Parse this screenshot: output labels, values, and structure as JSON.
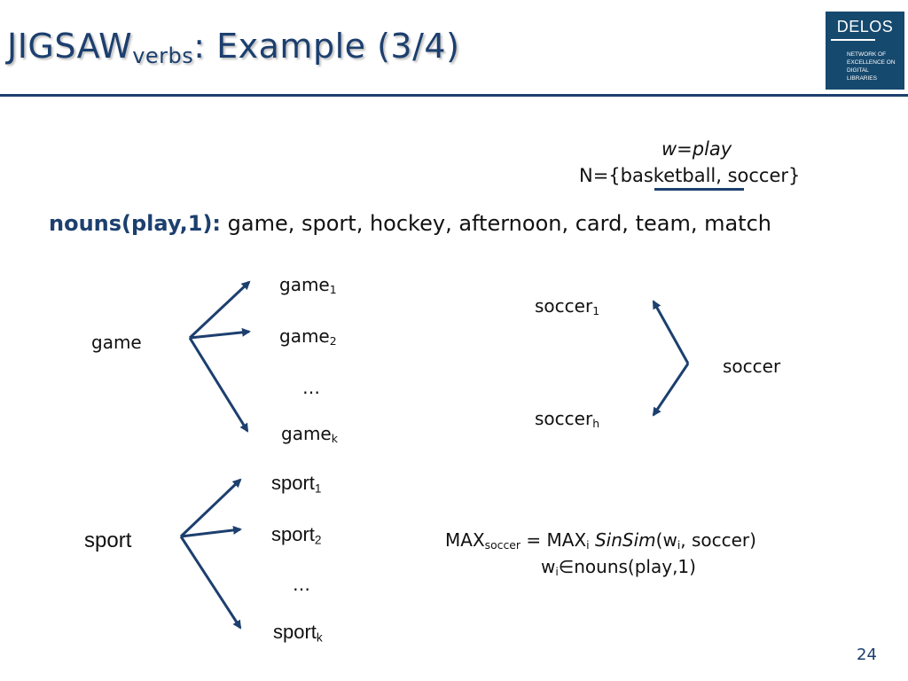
{
  "slide": {
    "title_main": "JIGSAW",
    "title_sub": "verbs",
    "title_rest": ": Example (3/4)",
    "page_number": "24"
  },
  "logo": {
    "brand": "DELOS",
    "tagline": [
      "Network of",
      "Excellence on",
      "Digital",
      "Libraries"
    ]
  },
  "context": {
    "w": "w=play",
    "n_set": "N={basketball, soccer}"
  },
  "nouns": {
    "label": "nouns(play,1):",
    "list": " game, sport, hockey, afternoon, card, team, match"
  },
  "game_tree": {
    "root": "game",
    "senses": [
      {
        "base": "game",
        "sub": "1"
      },
      {
        "base": "game",
        "sub": "2"
      },
      {
        "ellipsis": "…"
      },
      {
        "base": "game",
        "sub": "k"
      }
    ]
  },
  "soccer_tree": {
    "root": "soccer",
    "senses": [
      {
        "base": "soccer",
        "sub": "1"
      },
      {
        "base": "soccer",
        "sub": "h"
      }
    ]
  },
  "sport_tree": {
    "root": "sport",
    "senses": [
      {
        "base": "sport",
        "sub": "1"
      },
      {
        "base": "sport",
        "sub": "2"
      },
      {
        "ellipsis": "…"
      },
      {
        "base": "sport",
        "sub": "k"
      }
    ]
  },
  "formula": {
    "max": "MAX",
    "max_sub": "soccer",
    "eq": " = MAX",
    "i_sub": "i",
    "func": "SinSim",
    "args_open": "(w",
    "args_sub": "i",
    "args_close": ", soccer)",
    "line2_w": "w",
    "line2_sub": "i",
    "line2_rest": "∈nouns(play,1)"
  },
  "colors": {
    "accent": "#1c3f6e",
    "logo_bg": "#16496e"
  }
}
